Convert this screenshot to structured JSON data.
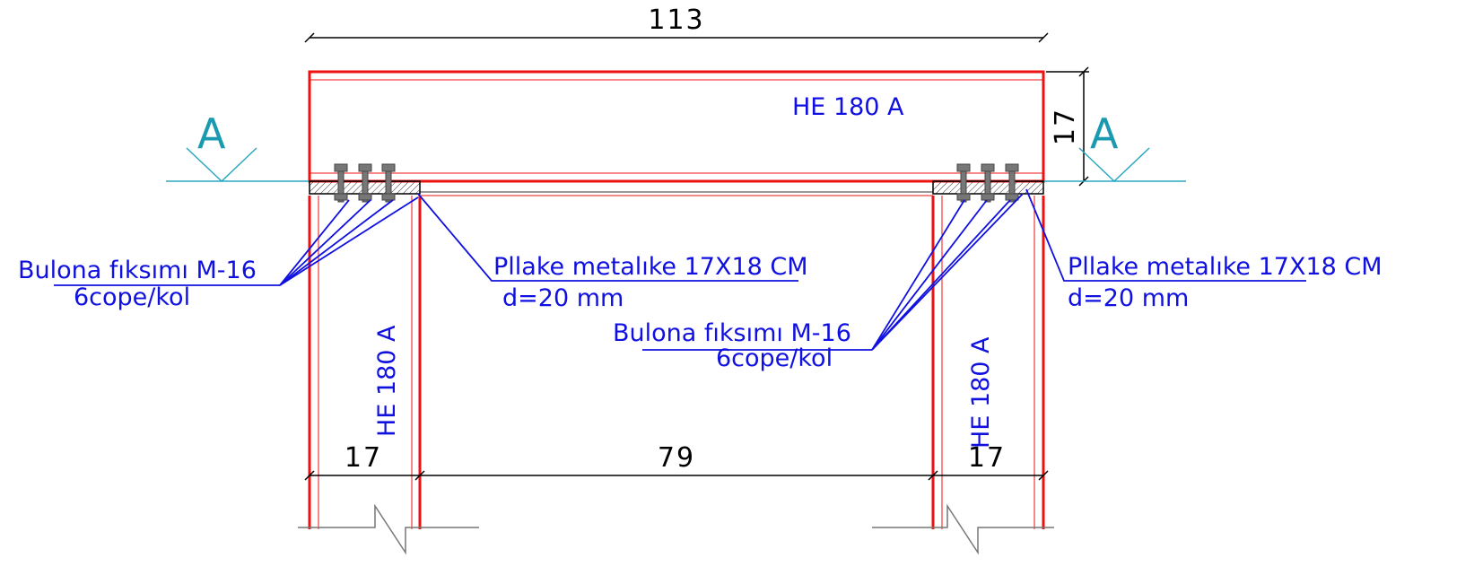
{
  "dimensions": {
    "total_width": "113",
    "beam_height": "17",
    "left_column_width": "17",
    "clear_span": "79",
    "right_column_width": "17"
  },
  "beam": {
    "profile": "HE 180 A"
  },
  "columns": {
    "left_profile": "HE 180 A",
    "right_profile": "HE 180 A"
  },
  "section_marks": {
    "left": "A",
    "right": "A"
  },
  "labels": {
    "left_bolts_line1": "Bulona fıksımı M-16",
    "left_bolts_line2": "6cope/kol",
    "left_plate_line1": "Pllake metalıke 17X18 CM",
    "left_plate_line2": "d=20 mm",
    "right_bolts_line1": "Bulona fıksımı M-16",
    "right_bolts_line2": "6cope/kol",
    "right_plate_line1": "Pllake metalıke 17X18 CM",
    "right_plate_line2": "d=20 mm"
  },
  "colors": {
    "steel_outline": "#ee1111",
    "annotation": "#1010e0",
    "section_mark": "#2aa8c0",
    "dimension": "#000000"
  }
}
